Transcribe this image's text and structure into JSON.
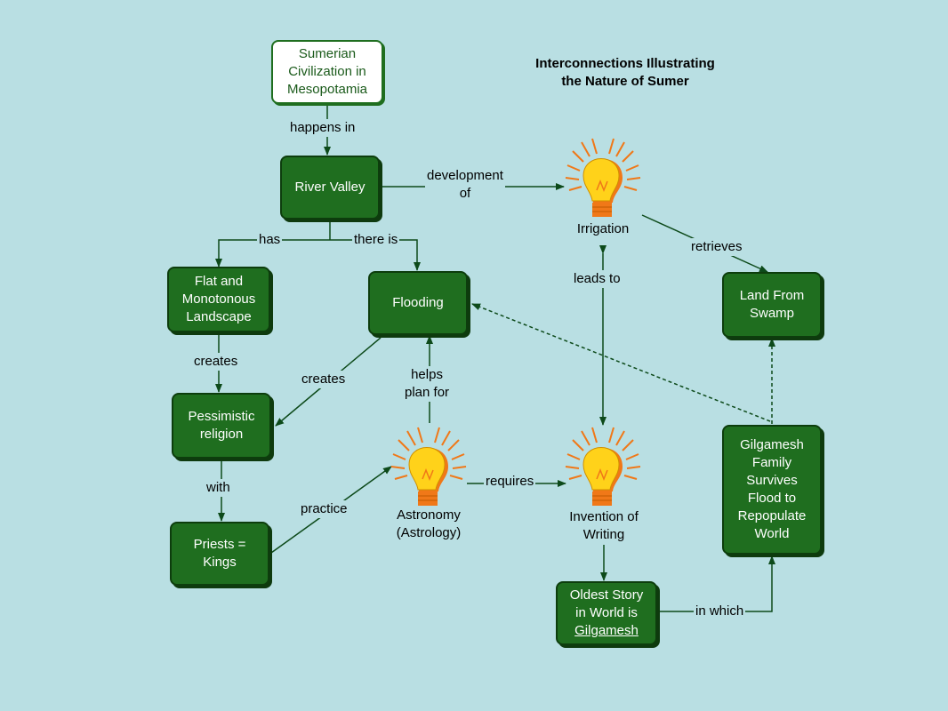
{
  "title": {
    "line1": "Interconnections Illustrating",
    "line2": "the Nature of Sumer"
  },
  "nodes": {
    "sumerian": [
      "Sumerian",
      "Civilization in",
      "Mesopotamia"
    ],
    "river_valley": [
      "River Valley"
    ],
    "flat": [
      "Flat and",
      "Monotonous",
      "Landscape"
    ],
    "flooding": [
      "Flooding"
    ],
    "pessimistic": [
      "Pessimistic",
      "religion"
    ],
    "priests": [
      "Priests =",
      "Kings"
    ],
    "land": [
      "Land From",
      "Swamp"
    ],
    "gilgamesh_family": [
      "Gilgamesh",
      "Family",
      "Survives",
      "Flood to",
      "Repopulate",
      "World"
    ],
    "oldest_story": [
      "Oldest Story",
      "in World is",
      "Gilgamesh"
    ]
  },
  "bulbs": {
    "irrigation": "Irrigation",
    "astronomy": [
      "Astronomy",
      "(Astrology)"
    ],
    "writing": [
      "Invention of",
      "Writing"
    ]
  },
  "links": {
    "happens_in": "happens in",
    "development_of": [
      "development",
      "of"
    ],
    "has": "has",
    "there_is": "there is",
    "creates_1": "creates",
    "creates_2": "creates",
    "with": "with",
    "practice": "practice",
    "helps_plan_for": [
      "helps",
      "plan for"
    ],
    "requires": "requires",
    "leads_to": "leads to",
    "retrieves": "retrieves",
    "in_which": "in which"
  },
  "colors": {
    "background": "#b9dfe3",
    "node_fill": "#1f6e1f",
    "line": "#0d4a1a",
    "bulb_yellow": "#ffd21a",
    "bulb_base": "#f07818"
  }
}
